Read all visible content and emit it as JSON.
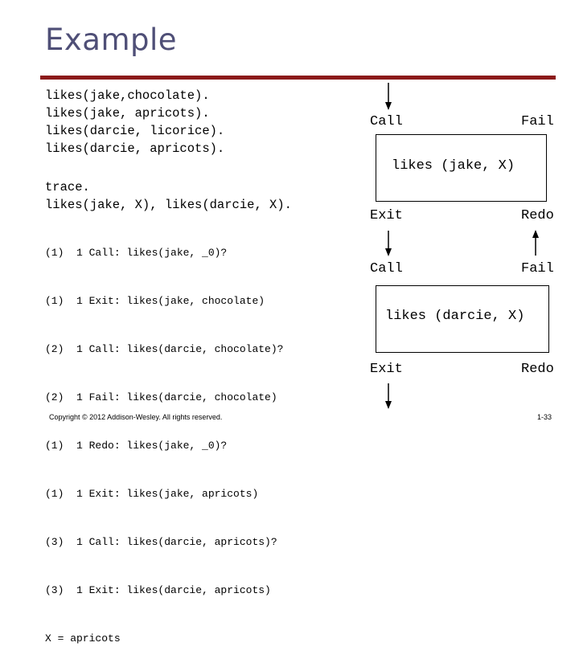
{
  "slide": {
    "title": "Example",
    "facts": [
      "likes(jake,chocolate).",
      "likes(jake, apricots).",
      "likes(darcie, licorice).",
      "likes(darcie, apricots)."
    ],
    "query": [
      "trace.",
      "likes(jake, X), likes(darcie, X)."
    ],
    "trace_lines": [
      "(1)  1 Call: likes(jake, _0)?",
      "(1)  1 Exit: likes(jake, chocolate)",
      "(2)  1 Call: likes(darcie, chocolate)?",
      "(2)  1 Fail: likes(darcie, chocolate)",
      "(1)  1 Redo: likes(jake, _0)?",
      "(1)  1 Exit: likes(jake, apricots)",
      "(3)  1 Call: likes(darcie, apricots)?",
      "(3)  1 Exit: likes(darcie, apricots)",
      "X = apricots"
    ],
    "footer_copyright": "Copyright © 2012 Addison-Wesley. All rights reserved.",
    "footer_page": "1-33"
  },
  "diagram": {
    "box1": {
      "goal": "likes (jake, X)",
      "call_label": "Call",
      "fail_label": "Fail",
      "exit_label": "Exit",
      "redo_label": "Redo"
    },
    "box2": {
      "goal": "likes (darcie, X)",
      "call_label": "Call",
      "fail_label": "Fail",
      "exit_label": "Exit",
      "redo_label": "Redo"
    }
  },
  "colors": {
    "title": "#4f4f77",
    "title_bar": "#8b1a1a"
  }
}
